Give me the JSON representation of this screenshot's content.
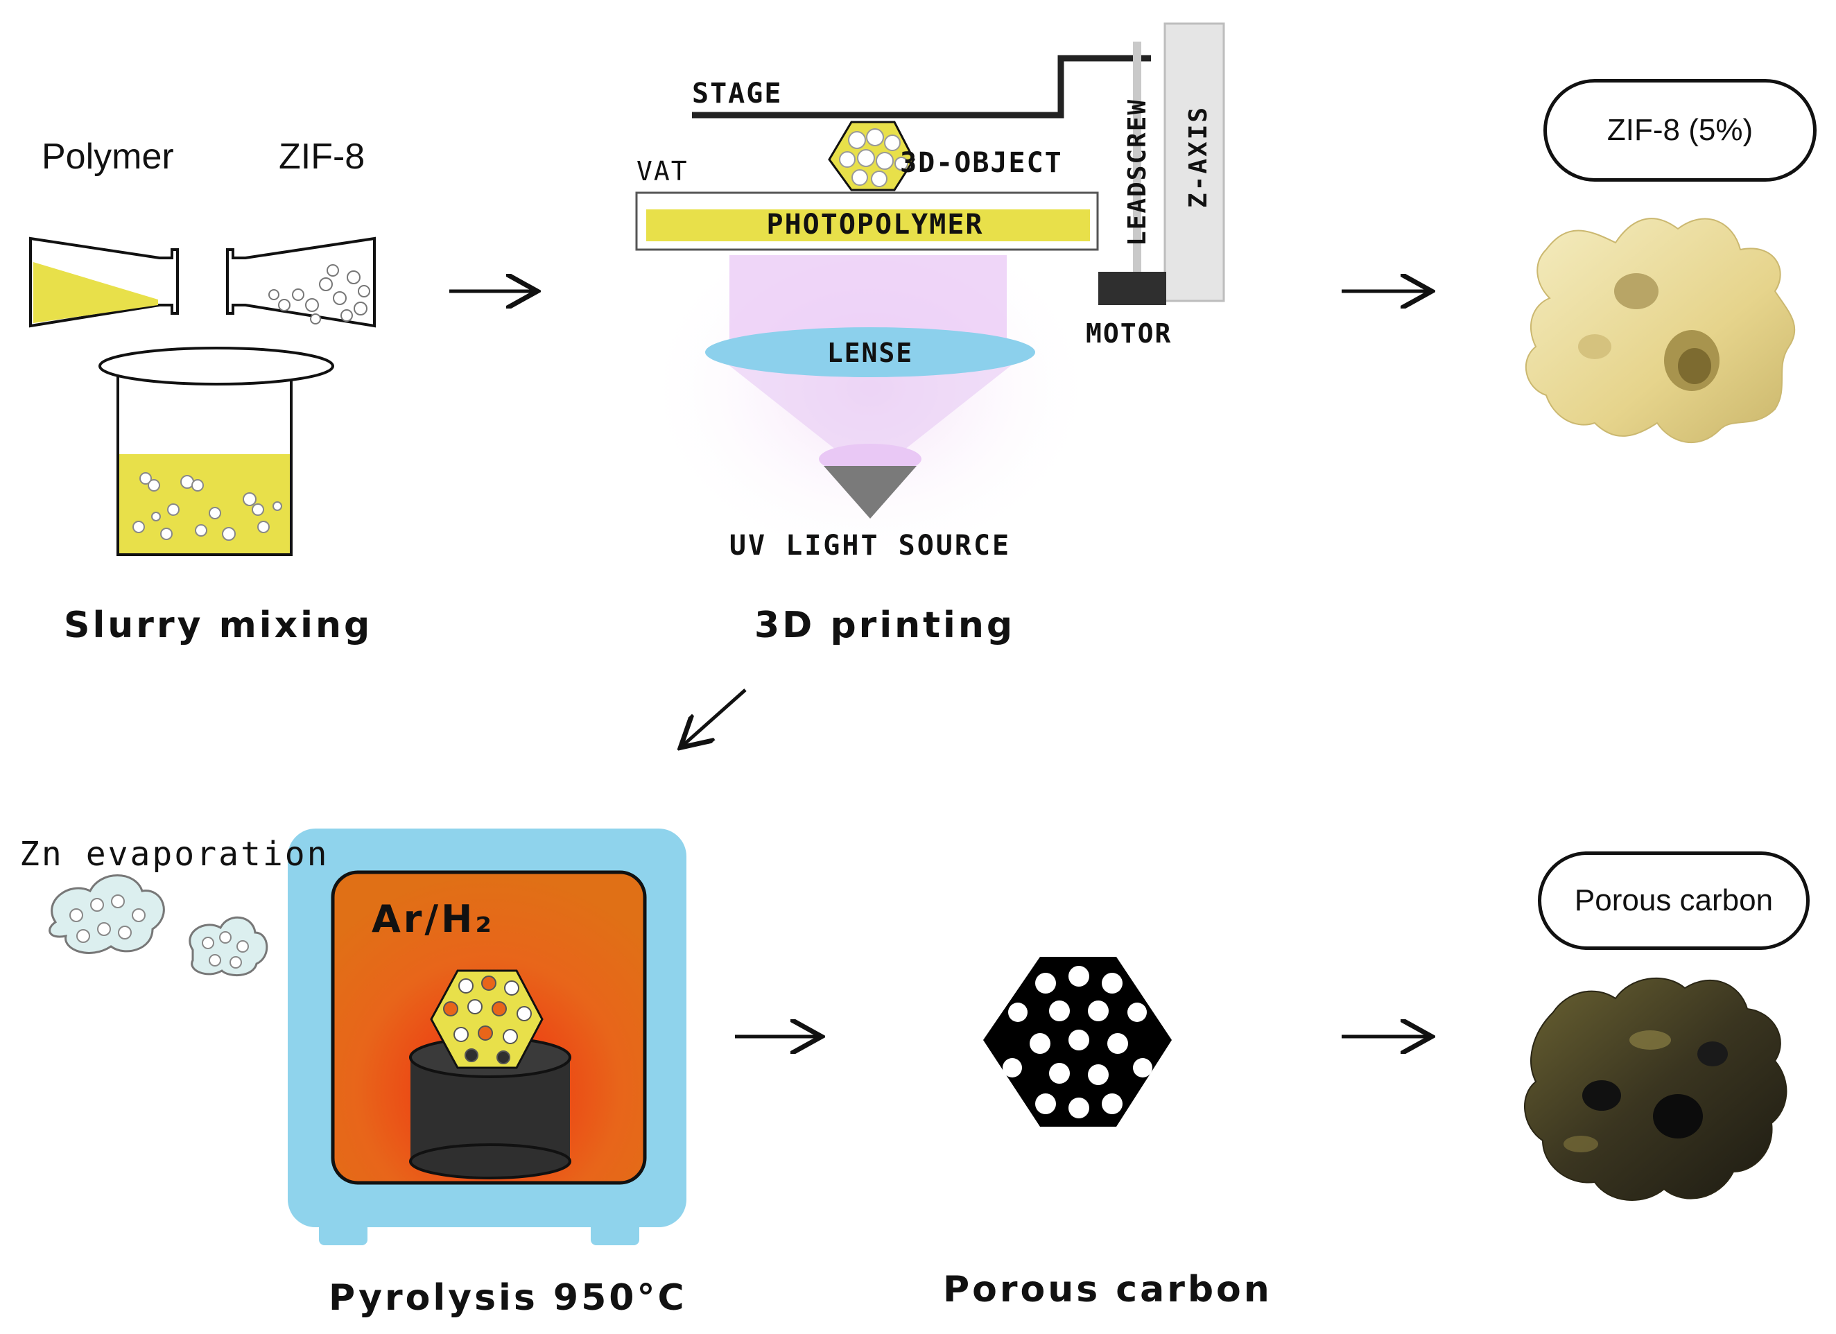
{
  "mixing": {
    "polymer_label": "Polymer",
    "zif_label": "ZIF-8",
    "title": "Slurry mixing"
  },
  "printer": {
    "stage": "STAGE",
    "vat": "VAT",
    "object": "3D-OBJECT",
    "photopolymer": "PHOTOPOLYMER",
    "leadscrew": "LEADSCREW",
    "zaxis": "Z-AXIS",
    "motor": "MOTOR",
    "lense": "LENSE",
    "uv": "UV LIGHT SOURCE",
    "title": "3D printing"
  },
  "printed_part": {
    "label": "ZIF-8 (5%)"
  },
  "pyrolysis": {
    "evaporation": "Zn evaporation",
    "atmosphere": "Ar/H₂",
    "title": "Pyrolysis 950°C"
  },
  "carbon": {
    "title": "Porous carbon"
  },
  "carbon_part": {
    "label": "Porous carbon"
  },
  "colors": {
    "yellow": "#e8e04a",
    "furnace_blue": "#8fd3ec",
    "furnace_orange": "#e8651a",
    "uv_purple": "#e9c8f5",
    "lens_blue": "#8cd0ec"
  }
}
